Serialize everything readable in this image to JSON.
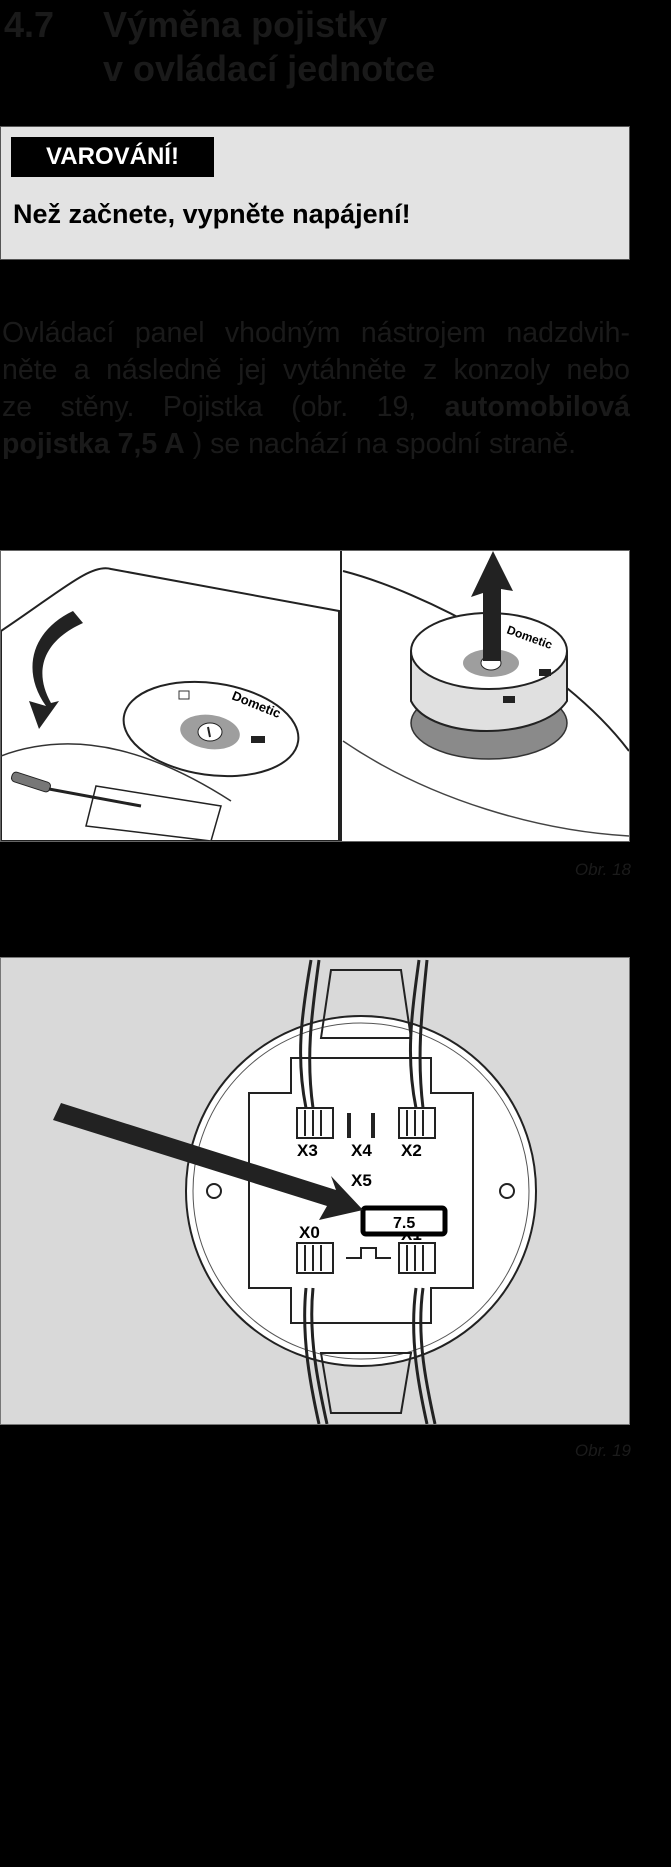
{
  "section": {
    "number": "4.7",
    "title_line1": "Výměna pojistky",
    "title_line2": "v ovládací jednotce"
  },
  "warning": {
    "label": "VAROVÁNÍ!",
    "text": "Než začnete, vypněte napájení!"
  },
  "body": {
    "line1": [
      "Ovládací",
      "panel",
      "vhodným",
      "nástrojem",
      "nadzdvih-"
    ],
    "line2": [
      "něte",
      "a",
      "následně",
      "jej",
      "vytáhněte",
      "z",
      "konzoly",
      "nebo"
    ],
    "line3": [
      "ze",
      "stěny.",
      "Pojistka",
      "(obr.",
      "19,"
    ],
    "line3_bold": "automobilová",
    "line4_bold": "pojistka 7,5 A",
    "line4_rest": ") se nachází na spodní straně."
  },
  "figure18": {
    "caption": "Obr. 18",
    "brand": "Dometic"
  },
  "figure19": {
    "caption": "Obr. 19",
    "connectors": {
      "x0": "X0",
      "x1": "X1",
      "x2": "X2",
      "x3": "X3",
      "x4": "X4",
      "x5": "X5"
    },
    "fuse_label": "7.5"
  }
}
